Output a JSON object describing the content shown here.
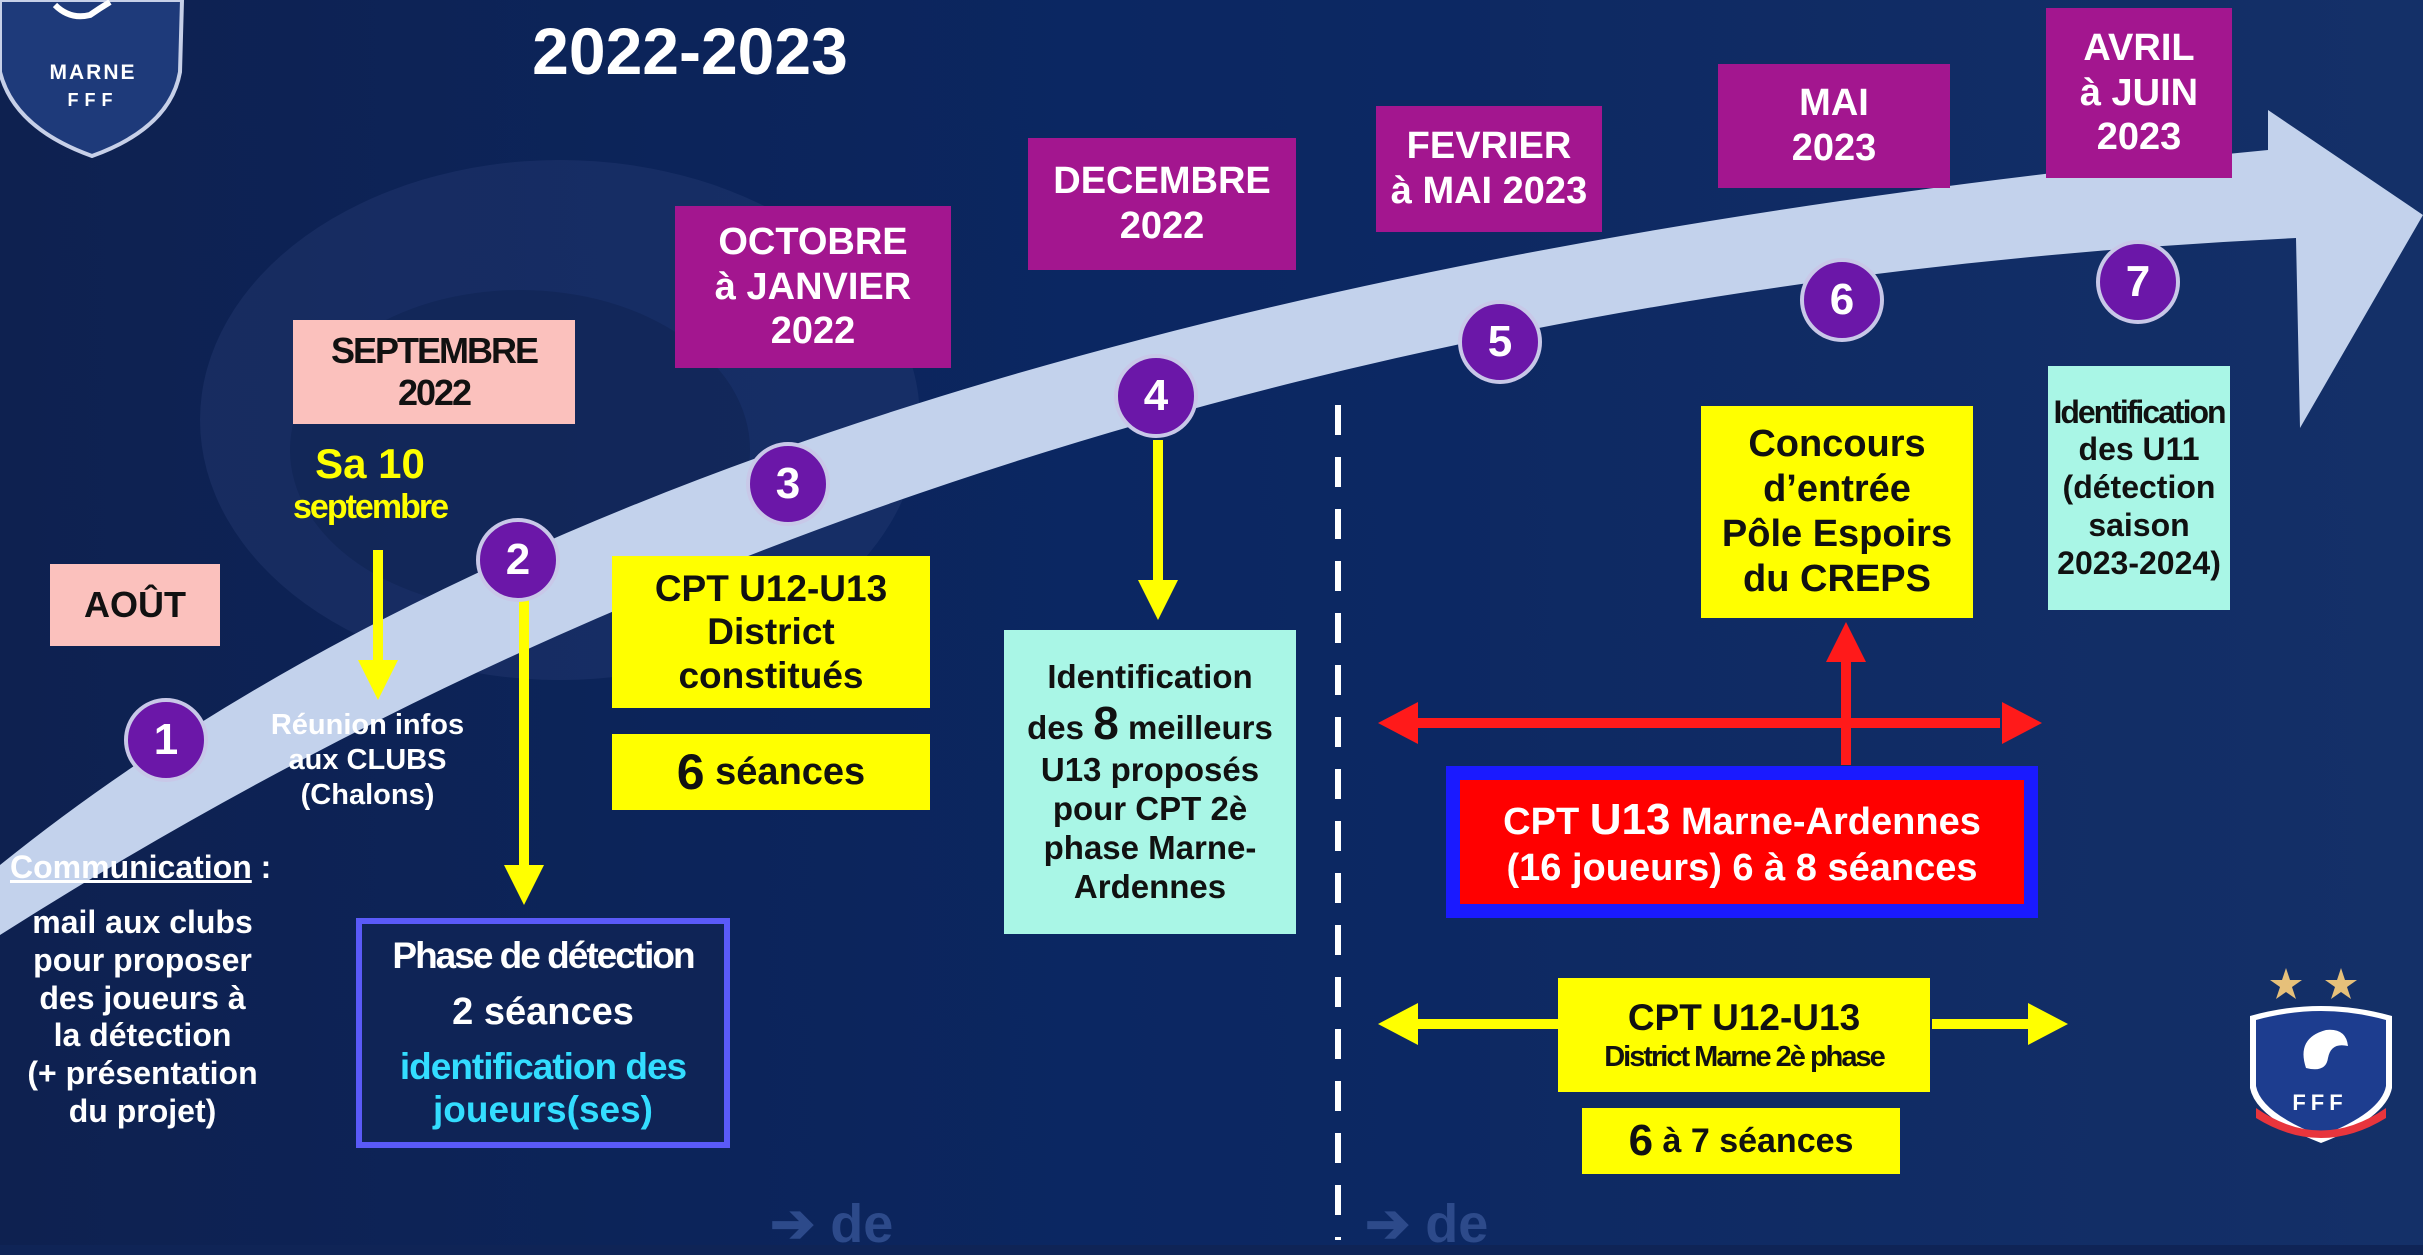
{
  "logos": {
    "top_left_text_1": "MARNE",
    "top_left_text_2": "FFF",
    "bottom_right_text": "FFF"
  },
  "title": "2022-2023",
  "dates": {
    "aout": "AOÛT",
    "sept_1": "SEPTEMBRE",
    "sept_2": "2022",
    "oct_1": "OCTOBRE",
    "oct_2": "à JANVIER",
    "oct_3": "2022",
    "dec_1": "DECEMBRE",
    "dec_2": "2022",
    "fev_1": "FEVRIER",
    "fev_2": "à MAI 2023",
    "mai_1": "MAI",
    "mai_2": "2023",
    "avr_1": "AVRIL",
    "avr_2": "à JUIN",
    "avr_3": "2023"
  },
  "steps": [
    "1",
    "2",
    "3",
    "4",
    "5",
    "6",
    "7"
  ],
  "sa10_1": "Sa 10",
  "sa10_2": "septembre",
  "reunion": [
    "Réunion infos",
    "aux CLUBS",
    "(Chalons)"
  ],
  "communication_title": "Communication",
  "communication_colon": " :",
  "communication_body": [
    "mail aux clubs",
    "pour proposer",
    "des joueurs à",
    "la détection",
    "(+ présentation",
    "du projet)"
  ],
  "detection": {
    "title": "Phase de détection",
    "seances": "2 séances",
    "ident": [
      "identification des",
      "joueurs(ses)"
    ]
  },
  "cpt_district": [
    "CPT U12-U13",
    "District",
    "constitués"
  ],
  "seances_6": {
    "num": "6",
    "label": " séances"
  },
  "ident_u13": {
    "l1": "Identification",
    "l2a": "des ",
    "l2b": "8",
    "l2c": " meilleurs",
    "l3": "U13 proposés",
    "l4": "pour CPT 2è",
    "l5": "phase Marne-",
    "l6": "Ardennes"
  },
  "concours": [
    "Concours",
    "d’entrée",
    "Pôle Espoirs",
    "du CREPS"
  ],
  "ident_u11": [
    "Identification",
    "des U11",
    "(détection",
    "saison",
    "2023-2024)"
  ],
  "cpt_ma": {
    "a": "CPT ",
    "b": "U13",
    "c": " Marne-Ardennes",
    "l2": "(16 joueurs) 6 à 8 séances"
  },
  "cpt_district2": {
    "l1": "CPT U12-U13",
    "l2": "District Marne 2è phase"
  },
  "seances_67": {
    "num": "6",
    "label": " à 7 séances"
  },
  "bottom_faded": [
    "➔ de",
    "➔ de"
  ],
  "colors": {
    "purple": "#a3168f",
    "yellow": "#ffff00",
    "mint": "#a9f6e6",
    "red": "#ff0000",
    "blue_border": "#1a1aff"
  }
}
